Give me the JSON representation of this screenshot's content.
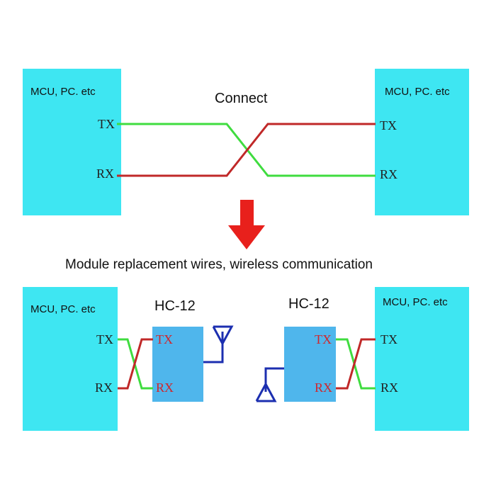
{
  "top": {
    "title": "Connect",
    "left_box": {
      "label": "MCU, PC. etc",
      "tx": "TX",
      "rx": "RX"
    },
    "right_box": {
      "label": "MCU, PC. etc",
      "tx": "TX",
      "rx": "RX"
    }
  },
  "caption": "Module replacement wires, wireless communication",
  "bottom": {
    "left_box": {
      "label": "MCU, PC. etc",
      "tx": "TX",
      "rx": "RX"
    },
    "right_box": {
      "label": "MCU, PC. etc",
      "tx": "TX",
      "rx": "RX"
    },
    "left_module": {
      "name": "HC-12",
      "tx": "TX",
      "rx": "RX"
    },
    "right_module": {
      "name": "HC-12",
      "tx": "TX",
      "rx": "RX"
    }
  },
  "colors": {
    "block": "#3ee6f2",
    "module": "#4fb6ec",
    "wire_green": "#3fdc3f",
    "wire_red": "#c02828",
    "antenna": "#1c2fb0",
    "arrow": "#e8201c"
  }
}
